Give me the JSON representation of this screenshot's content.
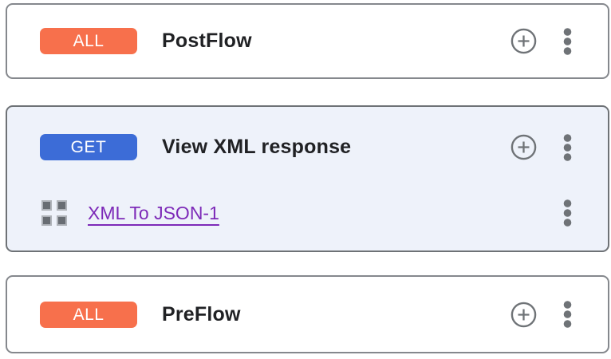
{
  "flows": [
    {
      "method": "ALL",
      "name": "PostFlow"
    },
    {
      "method": "GET",
      "name": "View XML response",
      "policies": [
        {
          "name": "XML To JSON-1"
        }
      ]
    },
    {
      "method": "ALL",
      "name": "PreFlow"
    }
  ],
  "icons": {
    "add": "plus-circle-icon",
    "menu": "kebab-menu-icon",
    "policy_handle": "policy-grid-icon"
  },
  "colors": {
    "method_all": "#F7704C",
    "method_get": "#3C6CD7",
    "policy_link": "#7D2AB8",
    "selected_card_bg": "#EEF2FA",
    "card_border": "#85888D",
    "selected_card_border": "#6E7276",
    "icon_gray": "#6F7377",
    "title_text": "#202124"
  }
}
